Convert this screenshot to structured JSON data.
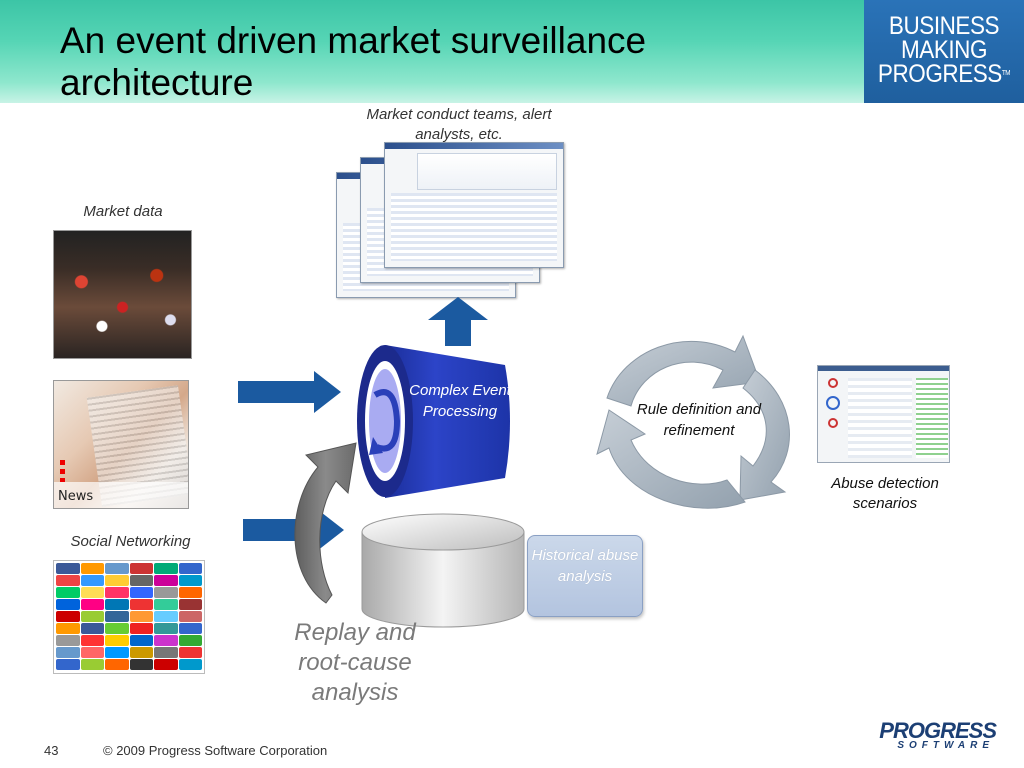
{
  "slide": {
    "title": "An event driven market surveillance architecture",
    "brand": {
      "line1": "BUSINESS",
      "line2": "MAKING",
      "line3": "PROGRESS",
      "trademark": "TM"
    }
  },
  "sources": {
    "market_data_caption": "Market data",
    "news_label": "News",
    "social_caption": "Social Networking"
  },
  "top": {
    "caption": "Market conduct teams, alert analysts, etc."
  },
  "cep": {
    "label": "Complex Event Processing"
  },
  "historical": {
    "label": "Historical abuse analysis"
  },
  "replay": {
    "label": "Replay and root-cause analysis"
  },
  "cycle": {
    "label": "Rule definition and refinement"
  },
  "abuse": {
    "caption": "Abuse detection scenarios"
  },
  "footer": {
    "page_number": "43",
    "copyright": "© 2009 Progress Software Corporation",
    "logo_word": "PROGRESS",
    "logo_sub": "SOFTWARE"
  },
  "colors": {
    "header_teal": "#3cc5a6",
    "brand_blue": "#2a73b8",
    "arrow_blue": "#1b5aa0",
    "cycle_gray": "#a7b3bf",
    "replay_gray": "#777777"
  }
}
